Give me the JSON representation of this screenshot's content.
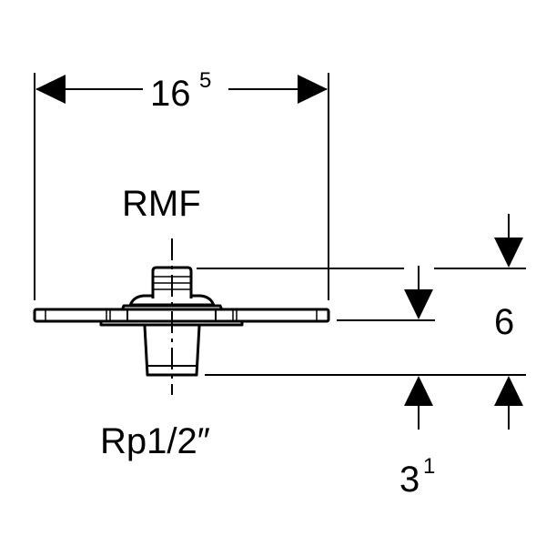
{
  "drawing": {
    "title": "RMF",
    "connection_label": "Rp1/2″",
    "dimensions": {
      "width": {
        "base": "16",
        "sup": "5"
      },
      "height": {
        "text": "6"
      },
      "depth": {
        "base": "3",
        "sup": "1"
      }
    },
    "colors": {
      "line": "#000000",
      "background": "#ffffff"
    }
  }
}
